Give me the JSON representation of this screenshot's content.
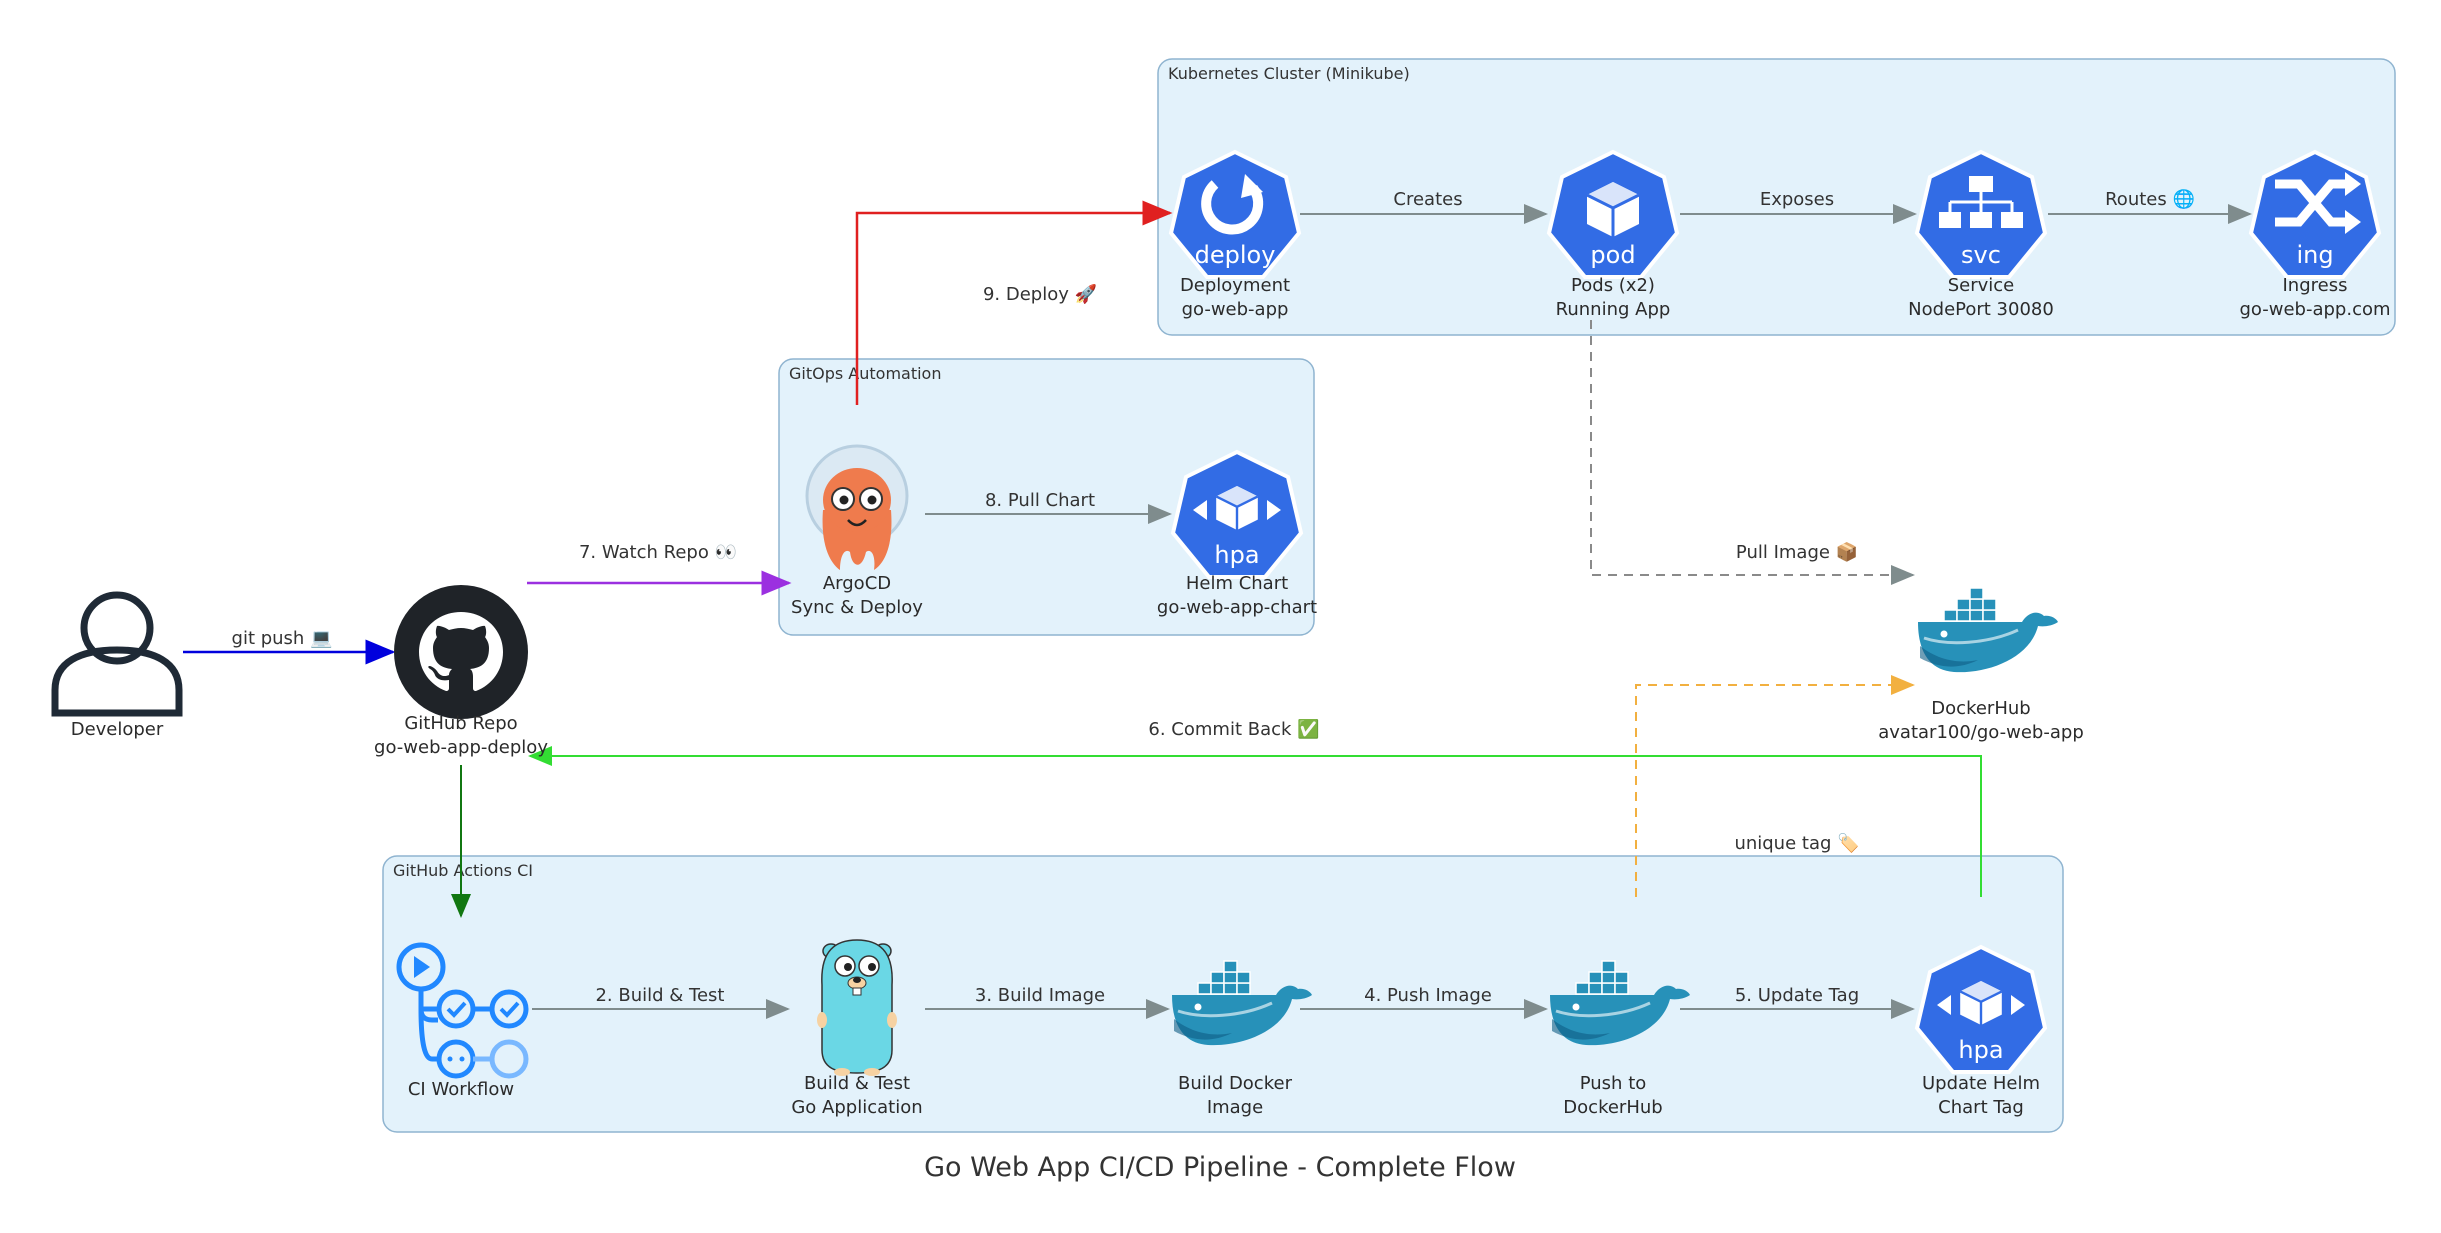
{
  "title": "Go Web App CI/CD Pipeline - Complete Flow",
  "clusters": {
    "kubernetes": "Kubernetes Cluster (Minikube)",
    "gitops": "GitOps Automation",
    "ci": "GitHub Actions CI"
  },
  "nodes": {
    "developer": {
      "line1": "Developer",
      "icon": "person-icon"
    },
    "github_repo": {
      "line1": "GitHub Repo",
      "line2": "go-web-app-deploy",
      "icon": "github-icon"
    },
    "argocd": {
      "line1": "ArgoCD",
      "line2": "Sync & Deploy",
      "icon": "argocd-icon"
    },
    "helm_chart": {
      "line1": "Helm Chart",
      "line2": "go-web-app-chart",
      "icon": "hpa-icon",
      "badge": "hpa"
    },
    "deployment": {
      "line1": "Deployment",
      "line2": "go-web-app",
      "icon": "deploy-icon",
      "badge": "deploy"
    },
    "pods": {
      "line1": "Pods (x2)",
      "line2": "Running App",
      "icon": "pod-icon",
      "badge": "pod"
    },
    "service": {
      "line1": "Service",
      "line2": "NodePort 30080",
      "icon": "svc-icon",
      "badge": "svc"
    },
    "ingress": {
      "line1": "Ingress",
      "line2": "go-web-app.com",
      "icon": "ing-icon",
      "badge": "ing"
    },
    "dockerhub": {
      "line1": "DockerHub",
      "line2": "avatar100/go-web-app",
      "icon": "docker-icon"
    },
    "ci_workflow": {
      "line1": "CI Workflow",
      "icon": "workflow-icon"
    },
    "build_test": {
      "line1": "Build & Test",
      "line2": "Go Application",
      "icon": "gopher-icon"
    },
    "build_docker": {
      "line1": "Build Docker",
      "line2": "Image",
      "icon": "docker-icon"
    },
    "push_dockerhub": {
      "line1": "Push to",
      "line2": "DockerHub",
      "icon": "docker-icon"
    },
    "update_helm": {
      "line1": "Update Helm",
      "line2": "Chart Tag",
      "icon": "hpa-icon",
      "badge": "hpa"
    }
  },
  "edges": {
    "git_push": "git push 💻",
    "build_test": "2. Build & Test",
    "build_image": "3. Build Image",
    "push_image": "4. Push Image",
    "update_tag": "5. Update Tag",
    "commit_back": "6. Commit Back ✅",
    "watch_repo": "7. Watch Repo 👀",
    "pull_chart": "8. Pull Chart",
    "deploy": "9. Deploy 🚀",
    "creates": "Creates",
    "exposes": "Exposes",
    "routes": "Routes 🌐",
    "pull_image": "Pull Image 📦",
    "unique_tag": "unique tag 🏷️"
  },
  "colors": {
    "kubernetes_blue": "#326ce5",
    "cluster_fill": "#e3f2fb",
    "git_push_edge": "#0000dd",
    "deploy_edge": "#e02020",
    "watch_edge": "#9b30e0",
    "commit_edge": "#33dd33",
    "tag_edge": "#f2b040",
    "trigger_edge": "#117711",
    "default_edge": "#7f8c8d"
  }
}
